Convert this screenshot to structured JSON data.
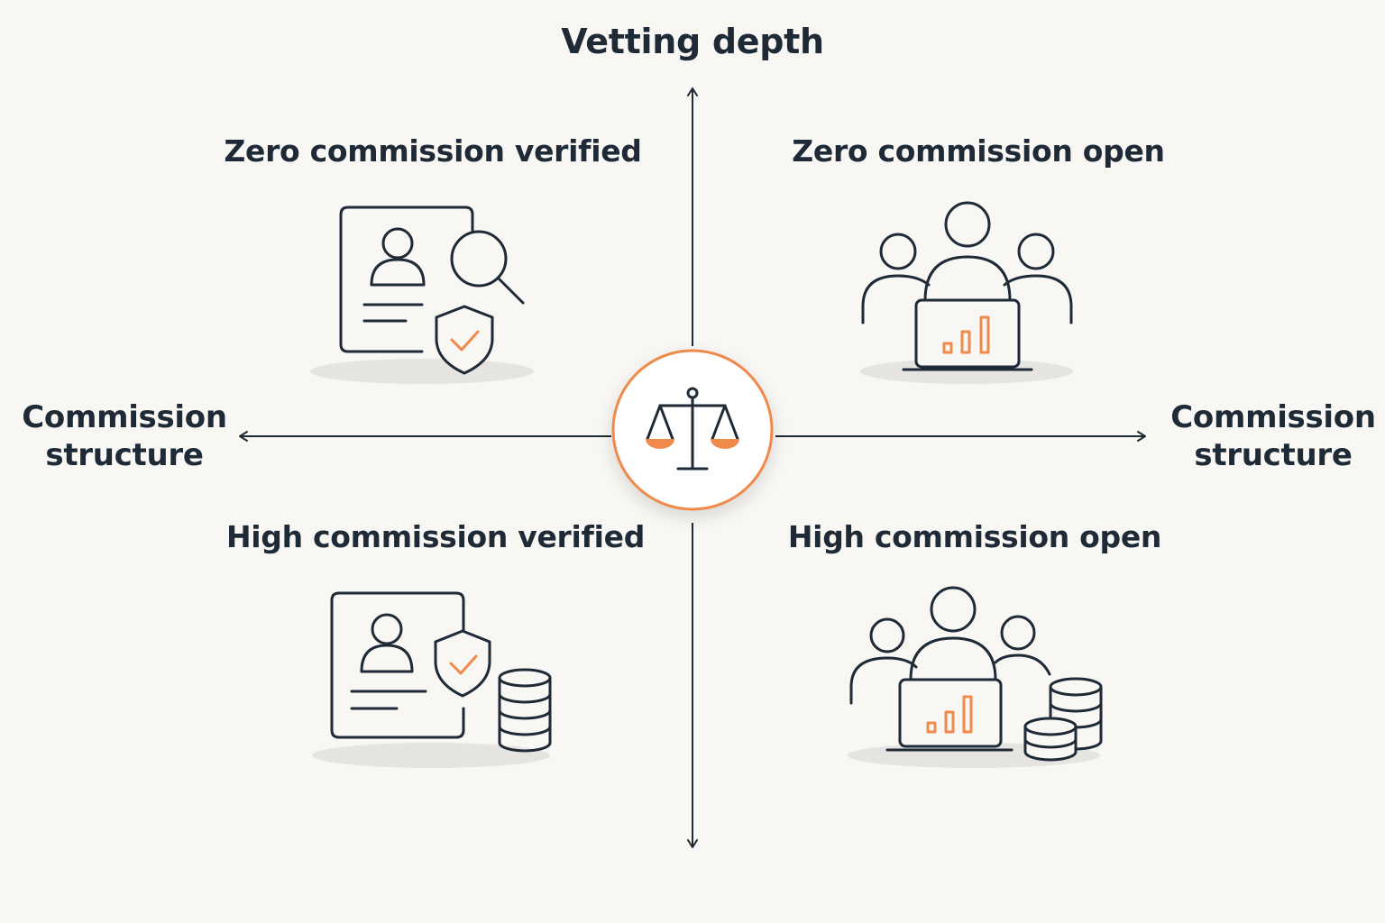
{
  "axes": {
    "vertical_label": "Vetting depth",
    "left_label": "Commission structure",
    "right_label": "Commission structure"
  },
  "quadrants": {
    "top_left": {
      "title": "Zero commission verified",
      "icon": "verified-profile-icon"
    },
    "top_right": {
      "title": "Zero commission open",
      "icon": "open-network-icon"
    },
    "bottom_left": {
      "title": "High commission verified",
      "icon": "verified-profile-coins-icon"
    },
    "bottom_right": {
      "title": "High commission open",
      "icon": "open-network-coins-icon"
    }
  },
  "center": {
    "icon": "balance-scale-icon"
  },
  "colors": {
    "ink": "#1f2a37",
    "accent": "#f08a4b",
    "background": "#f8f7f4"
  }
}
